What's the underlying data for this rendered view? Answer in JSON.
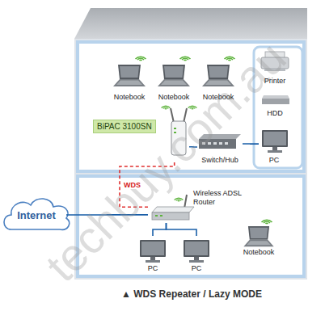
{
  "diagram": {
    "caption": "▲ WDS Repeater / Lazy MODE",
    "nodes": [
      {
        "text": [
          "Notebook"
        ]
      },
      {
        "text": [
          "Notebook"
        ]
      },
      {
        "text": [
          "Notebook"
        ]
      },
      {
        "text": [
          "Printer"
        ]
      },
      {
        "text": [
          "HDD"
        ]
      },
      {
        "text": [
          "BiPAC 3100SN"
        ]
      },
      {
        "text": [
          "Switch/Hub"
        ]
      },
      {
        "text": [
          "PC"
        ]
      },
      {
        "text": [
          "Internet"
        ]
      },
      {
        "text": [
          "Wireless ADSL Router"
        ]
      },
      {
        "text": [
          "Notebook"
        ]
      },
      {
        "text": [
          "PC"
        ]
      },
      {
        "text": [
          "PC"
        ]
      }
    ],
    "edges": [
      {
        "from": 5,
        "to": 6,
        "arrow": "none"
      },
      {
        "from": 6,
        "to": 7,
        "arrow": "none"
      },
      {
        "from": 8,
        "to": 9,
        "arrow": "none"
      },
      {
        "from": 9,
        "to": 5,
        "label": "WDS",
        "arrow": "none"
      },
      {
        "from": 9,
        "to": 11,
        "arrow": "none"
      },
      {
        "from": 9,
        "to": 12,
        "arrow": "none"
      }
    ],
    "labels": [
      "techbuy.com.au"
    ]
  }
}
